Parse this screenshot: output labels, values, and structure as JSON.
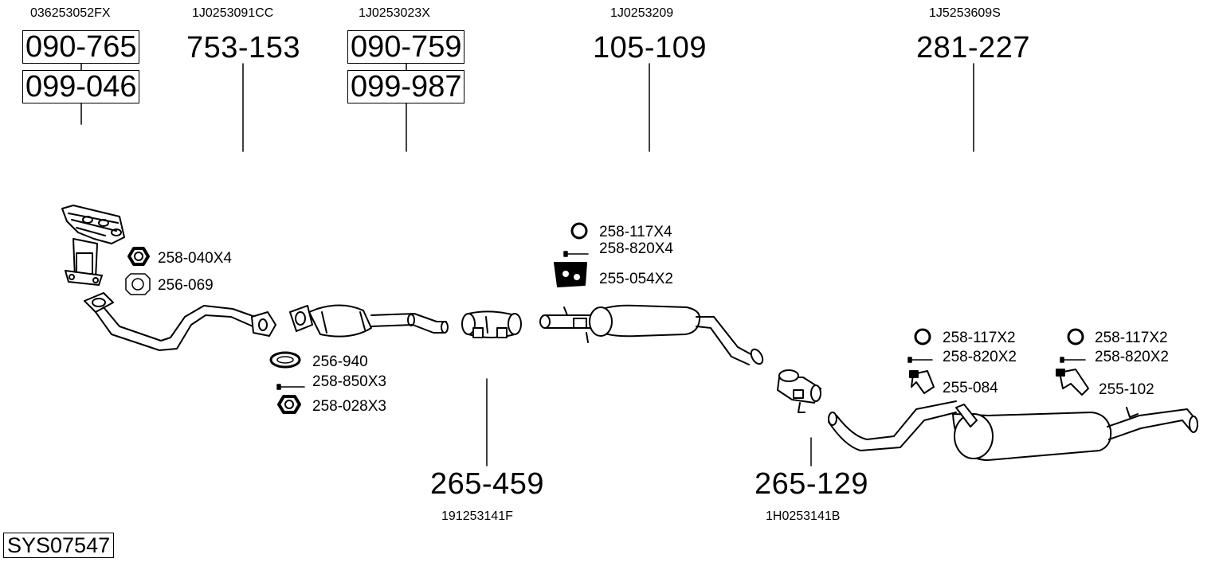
{
  "system_code": "SYS07547",
  "parts": {
    "manifold": {
      "oem": "036253052FX",
      "numbers": [
        "090-765",
        "099-046"
      ]
    },
    "front_pipe": {
      "oem": "1J0253091CC",
      "number": "753-153"
    },
    "catalyst": {
      "oem": "1J0253023X",
      "numbers": [
        "090-759",
        "099-987"
      ]
    },
    "middle_silencer": {
      "oem": "1J0253209",
      "number": "105-109"
    },
    "rear_silencer": {
      "oem": "1J5253609S",
      "number": "281-227"
    },
    "clamp_1": {
      "oem": "191253141F",
      "number": "265-459"
    },
    "clamp_2": {
      "oem": "1H0253141B",
      "number": "265-129"
    }
  },
  "accessories": {
    "manifold_nut": "258-040X4",
    "manifold_gasket": "256-069",
    "front_ring": "256-940",
    "front_bolt": "258-850X3",
    "front_nut": "258-028X3",
    "mid_ring": "258-117X4",
    "mid_bolt": "258-820X4",
    "mid_hanger": "255-054X2",
    "rear_ring_a": "258-117X2",
    "rear_bolt_a": "258-820X2",
    "rear_hanger_a": "255-084",
    "rear_ring_b": "258-117X2",
    "rear_bolt_b": "258-820X2",
    "rear_hanger_b": "255-102"
  }
}
